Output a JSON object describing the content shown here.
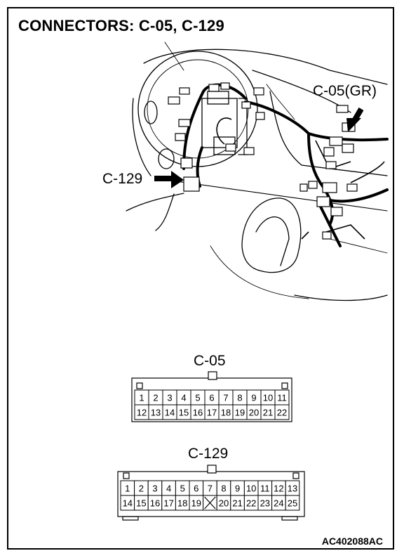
{
  "title": "CONNECTORS: C-05, C-129",
  "illustration": {
    "callouts": {
      "c05": "C-05(GR)",
      "c129": "C-129"
    }
  },
  "connectors": {
    "c05": {
      "name": "C-05",
      "top_row": [
        "1",
        "2",
        "3",
        "4",
        "5",
        "6",
        "7",
        "8",
        "9",
        "10",
        "11"
      ],
      "bottom_row": [
        "12",
        "13",
        "14",
        "15",
        "16",
        "17",
        "18",
        "19",
        "20",
        "21",
        "22"
      ]
    },
    "c129": {
      "name": "C-129",
      "top_row": [
        "1",
        "2",
        "3",
        "4",
        "5",
        "6",
        "7",
        "8",
        "9",
        "10",
        "11",
        "12",
        "13"
      ],
      "bottom_row": [
        "14",
        "15",
        "16",
        "17",
        "18",
        "19",
        "",
        "20",
        "21",
        "22",
        "23",
        "24",
        "25"
      ],
      "blank_pin_index": 6
    }
  },
  "code": "AC402088AC"
}
